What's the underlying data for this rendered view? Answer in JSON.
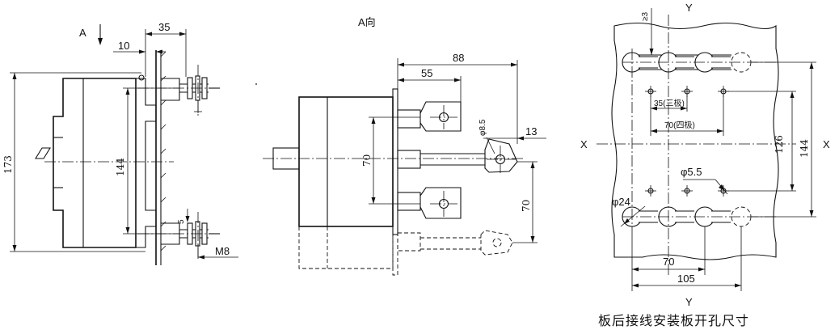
{
  "views": {
    "side": {
      "arrow_label": "A",
      "dims": {
        "d35": "35",
        "d10": "10",
        "d173": "173",
        "d144": "144",
        "d5": "5",
        "m8": "M8"
      }
    },
    "front": {
      "title": "A向",
      "dims": {
        "d88": "88",
        "d55": "55",
        "d13": "13",
        "phi85": "φ8.5",
        "d70a": "70",
        "d70b": "70"
      }
    },
    "panel": {
      "axis_y_top": "Y",
      "axis_y_bottom": "Y",
      "axis_x_left": "X",
      "axis_x_right": "X",
      "dims": {
        "ge3": "≥3",
        "d35": "35(三极)",
        "d70_four": "70(四极)",
        "d126": "126",
        "d144": "144",
        "phi55": "φ5.5",
        "phi24": "φ24",
        "d70": "70",
        "d105": "105"
      },
      "caption": "板后接线安装板开孔尺寸"
    }
  }
}
